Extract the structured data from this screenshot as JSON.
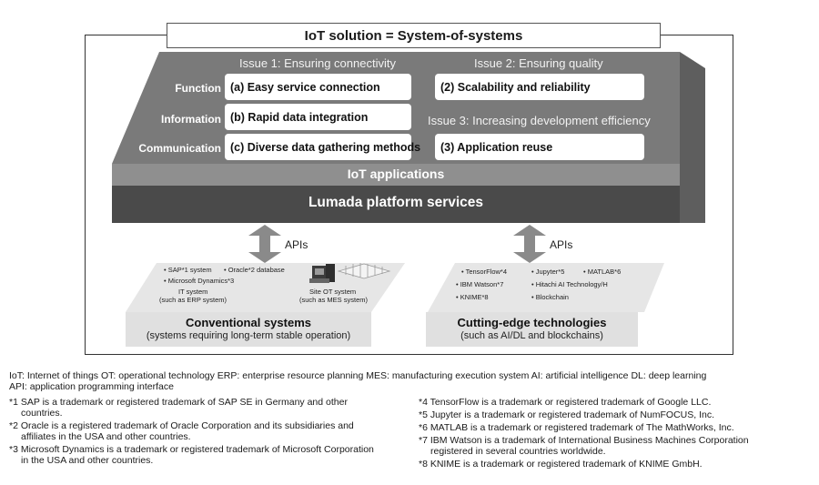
{
  "title": "IoT solution = System-of-systems",
  "issues": {
    "issue1": "Issue 1: Ensuring connectivity",
    "issue2": "Issue 2: Ensuring quality",
    "issue3": "Issue 3: Increasing development efficiency"
  },
  "rows": {
    "function": "Function",
    "information": "Information",
    "communication": "Communication"
  },
  "boxes": {
    "a": "(a) Easy service connection",
    "b": "(b) Rapid data integration",
    "c": "(c) Diverse data gathering methods",
    "two": "(2) Scalability and reliability",
    "three": "(3) Application reuse"
  },
  "bands": {
    "iot_apps": "IoT applications",
    "lumada": "Lumada platform services"
  },
  "apis": {
    "left": "APIs",
    "right": "APIs"
  },
  "conventional": {
    "sap": "• SAP*1 system",
    "oracle": "• Oracle*2 database",
    "ms": "• Microsoft Dynamics*3",
    "it_system": "IT system",
    "it_system_sub": "(such as ERP system)",
    "site_ot": "Site OT system",
    "site_ot_sub": "(such as MES system)",
    "title": "Conventional systems",
    "subtitle": "(systems requiring long-term stable operation)"
  },
  "cutting": {
    "tensorflow": "• TensorFlow*4",
    "jupyter": "• Jupyter*5",
    "matlab": "• MATLAB*6",
    "ibm": "• IBM Watson*7",
    "hitachi": "• Hitachi AI Technology/H",
    "knime": "• KNIME*8",
    "blockchain": "• Blockchain",
    "title": "Cutting-edge technologies",
    "subtitle": "(such as AI/DL and blockchains)"
  },
  "footnotes": {
    "abbrev1": "IoT: Internet of things   OT: operational technology   ERP: enterprise resource planning   MES: manufacturing execution system   AI: artificial intelligence   DL: deep learning",
    "abbrev2": "API: application programming interface",
    "n1a": "*1 SAP is a trademark or registered trademark of SAP SE in Germany and other",
    "n1b": "countries.",
    "n2a": "*2 Oracle is a registered trademark of Oracle Corporation and its subsidiaries and",
    "n2b": "affiliates in the USA and other countries.",
    "n3a": "*3 Microsoft Dynamics is a trademark or registered trademark of Microsoft Corporation",
    "n3b": "in the USA and other countries.",
    "n4": "*4 TensorFlow is a trademark or registered trademark of Google LLC.",
    "n5": "*5 Jupyter is a trademark or registered trademark of NumFOCUS, Inc.",
    "n6": "*6 MATLAB is a trademark or registered trademark of The MathWorks, Inc.",
    "n7a": "*7 IBM Watson is a trademark of International Business Machines Corporation",
    "n7b": "registered in several countries worldwide.",
    "n8": "*8 KNIME is a trademark or registered trademark of KNIME GmbH."
  },
  "colors": {
    "slab_top": "#7a7a7a",
    "slab_side": "#5e5e5e",
    "iot_band": "#8f8f8f",
    "lumada_band": "#4a4a4a",
    "arrow": "#8a8a8a",
    "system_box": "#e0e0e0"
  }
}
